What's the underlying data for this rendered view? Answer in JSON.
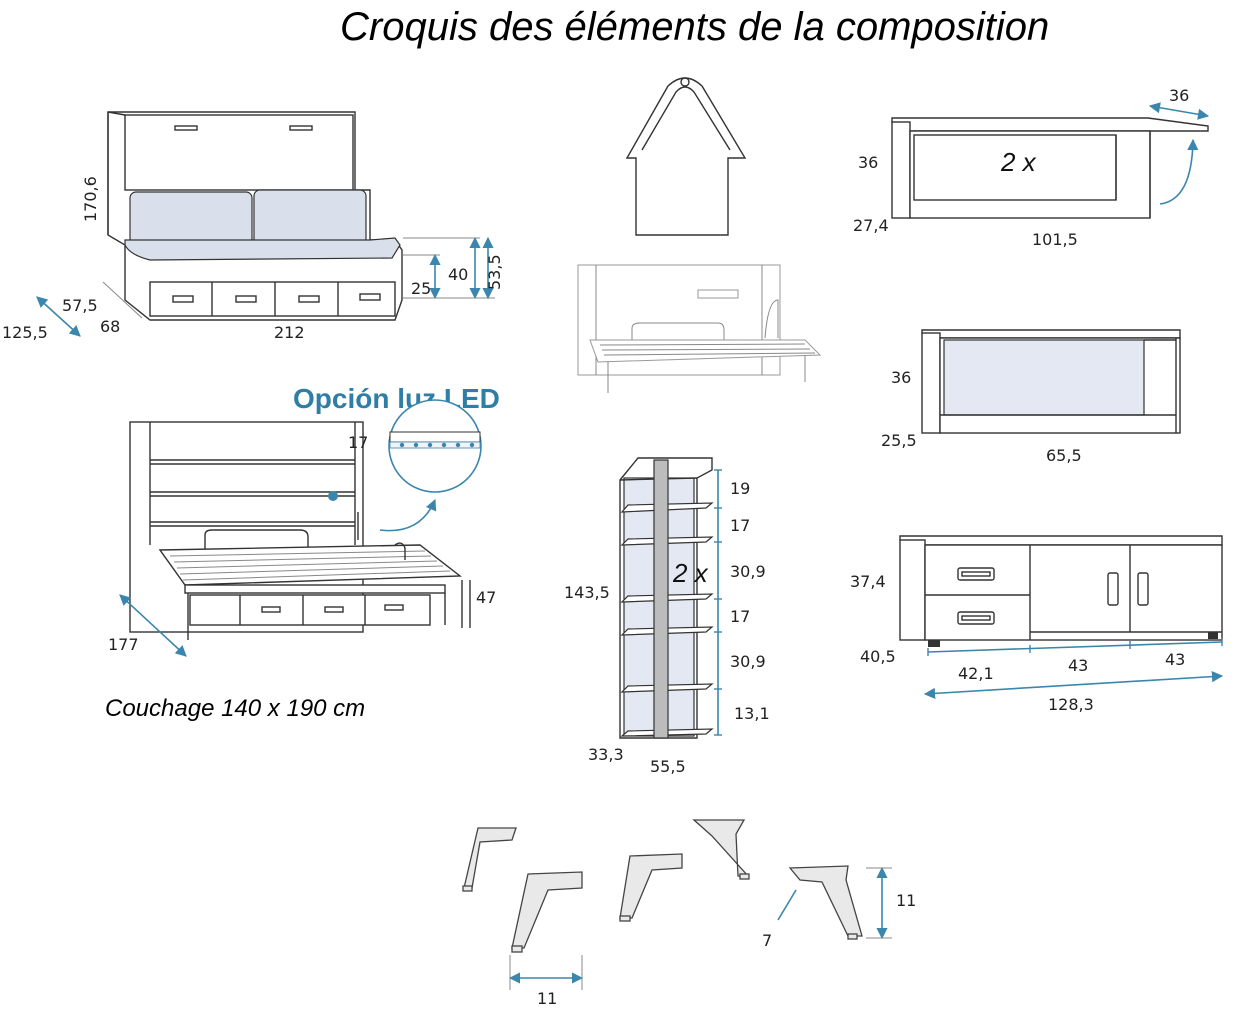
{
  "title": "Croquis des éléments de la composition",
  "caption": "Couchage 140 x 190 cm",
  "led_option": "Opción luz LED",
  "sofa_bed": {
    "height": "170,6",
    "width": "212",
    "depth_outer": "125,5",
    "depth_mid": "57,5",
    "depth_inner": "68",
    "drawer_h": "25",
    "seat_h": "40",
    "arm_h": "53,5"
  },
  "open_bed": {
    "shelf_gap": "17",
    "depth": "177",
    "bed_h": "47"
  },
  "shelf_large": {
    "multiplier": "2 x",
    "height": "36",
    "depth_left": "27,4",
    "width": "101,5",
    "depth_top": "36"
  },
  "shelf_medium": {
    "height": "36",
    "depth": "25,5",
    "width": "65,5"
  },
  "tv_unit": {
    "height": "37,4",
    "depth": "40,5",
    "w1": "42,1",
    "w2": "43",
    "w3": "43",
    "total": "128,3"
  },
  "bookcase": {
    "multiplier": "2 x",
    "height": "143,5",
    "depth": "33,3",
    "width": "55,5",
    "gaps": [
      "19",
      "17",
      "30,9",
      "17",
      "30,9",
      "13,1"
    ]
  },
  "legs": {
    "width": "11",
    "height": "11",
    "offset": "7"
  },
  "colors": {
    "accent": "#3b86ad",
    "panel": "#e3e8f3"
  }
}
